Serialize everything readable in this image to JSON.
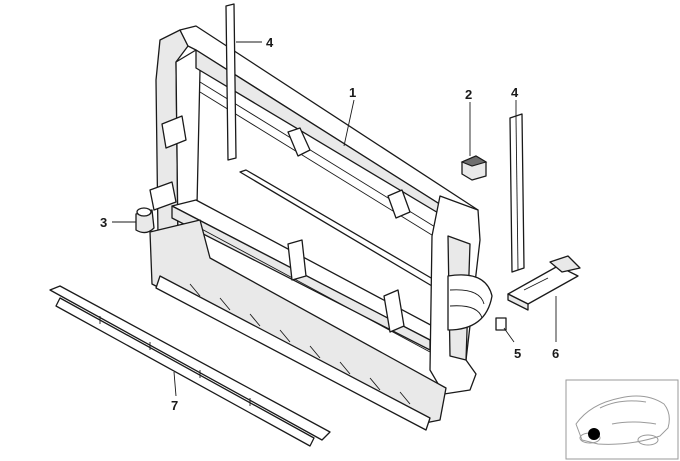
{
  "callouts": [
    {
      "id": "1"
    },
    {
      "id": "2"
    },
    {
      "id": "3"
    },
    {
      "id": "4"
    },
    {
      "id": "4"
    },
    {
      "id": "5"
    },
    {
      "id": "6"
    },
    {
      "id": "7"
    }
  ],
  "colors": {
    "line": "#1a1a1a",
    "shade": "#e9e9e9",
    "marker": "#000000"
  }
}
